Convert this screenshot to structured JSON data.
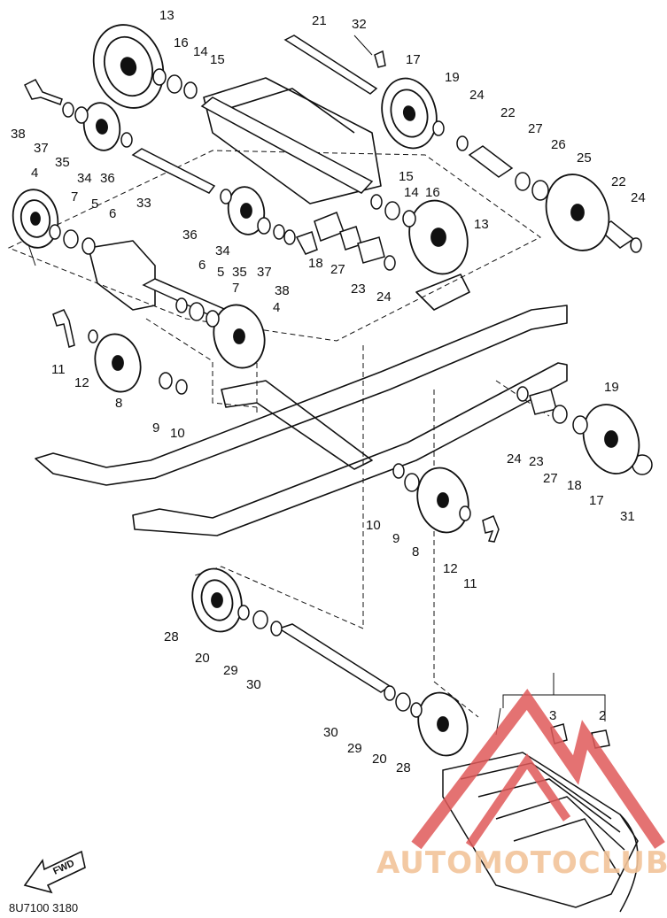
{
  "callouts": [
    {
      "n": "13"
    },
    {
      "n": "16"
    },
    {
      "n": "14"
    },
    {
      "n": "15"
    },
    {
      "n": "21"
    },
    {
      "n": "32"
    },
    {
      "n": "17"
    },
    {
      "n": "19"
    },
    {
      "n": "38"
    },
    {
      "n": "37"
    },
    {
      "n": "35"
    },
    {
      "n": "34"
    },
    {
      "n": "36"
    },
    {
      "n": "24"
    },
    {
      "n": "22"
    },
    {
      "n": "27"
    },
    {
      "n": "26"
    },
    {
      "n": "25"
    },
    {
      "n": "4"
    },
    {
      "n": "33"
    },
    {
      "n": "7"
    },
    {
      "n": "5"
    },
    {
      "n": "6"
    },
    {
      "n": "15"
    },
    {
      "n": "14"
    },
    {
      "n": "16"
    },
    {
      "n": "13"
    },
    {
      "n": "22"
    },
    {
      "n": "24"
    },
    {
      "n": "36"
    },
    {
      "n": "34"
    },
    {
      "n": "35"
    },
    {
      "n": "37"
    },
    {
      "n": "38"
    },
    {
      "n": "18"
    },
    {
      "n": "27"
    },
    {
      "n": "23"
    },
    {
      "n": "24"
    },
    {
      "n": "6"
    },
    {
      "n": "5"
    },
    {
      "n": "7"
    },
    {
      "n": "4"
    },
    {
      "n": "11"
    },
    {
      "n": "12"
    },
    {
      "n": "8"
    },
    {
      "n": "9"
    },
    {
      "n": "10"
    },
    {
      "n": "19"
    },
    {
      "n": "24"
    },
    {
      "n": "23"
    },
    {
      "n": "27"
    },
    {
      "n": "18"
    },
    {
      "n": "17"
    },
    {
      "n": "31"
    },
    {
      "n": "10"
    },
    {
      "n": "9"
    },
    {
      "n": "8"
    },
    {
      "n": "12"
    },
    {
      "n": "11"
    },
    {
      "n": "28"
    },
    {
      "n": "20"
    },
    {
      "n": "29"
    },
    {
      "n": "30"
    },
    {
      "n": "3"
    },
    {
      "n": "2"
    },
    {
      "n": "30"
    },
    {
      "n": "29"
    },
    {
      "n": "20"
    },
    {
      "n": "28"
    }
  ],
  "fwd_label": "FWD",
  "part_code": "8U7100 3180",
  "watermark": "AUTOMOTOCLUB",
  "colors": {
    "ink": "#111111",
    "watermark": "#e05a5a",
    "watermark_text": "#f2c49a"
  }
}
